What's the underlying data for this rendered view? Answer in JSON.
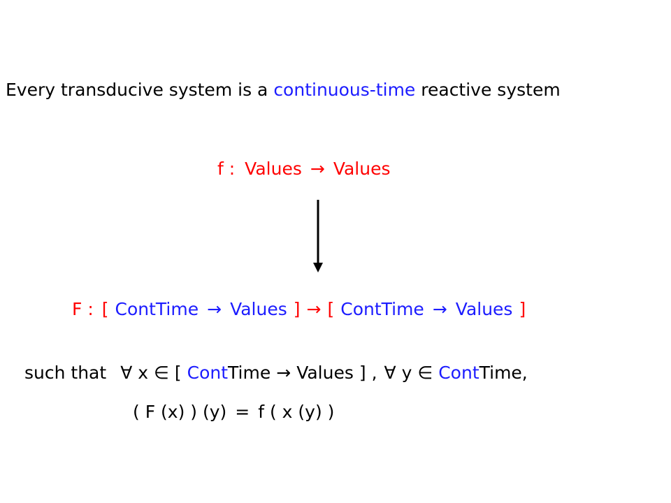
{
  "title": {
    "prefix": "Every transducive system is a ",
    "highlight": "continuous-time",
    "suffix": " reactive system"
  },
  "small_f": {
    "name": "f :",
    "domain": "Values",
    "arrow": "→",
    "codomain": "Values"
  },
  "big_F": {
    "name": "F :",
    "open1": "[",
    "time1": "ContTime",
    "arrow1": "→",
    "values1": "Values",
    "close1": "]",
    "arrow_mid": "→",
    "open2": "[",
    "time2": "ContTime",
    "arrow2": "→",
    "values2": "Values",
    "close2": "]"
  },
  "condition": {
    "lead": "such that",
    "forall1": "∀",
    "var_x": "x",
    "elem1": "∈",
    "open": "[",
    "cont1": "Cont",
    "time1": "Time",
    "arrow": "→",
    "values": "Values",
    "close": "] ,",
    "forall2": "∀",
    "var_y": "y",
    "elem2": "∈",
    "cont2": "Cont",
    "time2": "Time,"
  },
  "formula": {
    "lhs": "( F (x) ) (y)",
    "eq": "=",
    "rhs": "f ( x (y) )"
  },
  "colors": {
    "highlight_blue": "#1c1cff",
    "definition_red": "#ff0000",
    "text_black": "#000000"
  }
}
